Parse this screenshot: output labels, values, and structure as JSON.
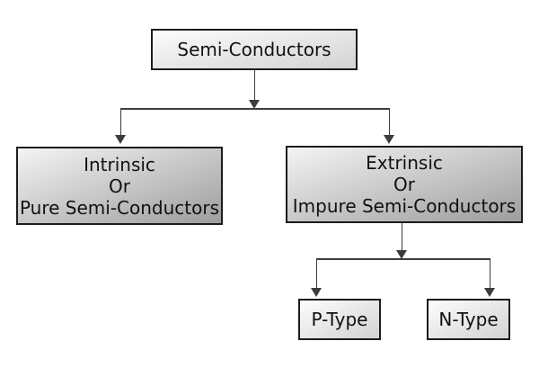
{
  "diagram": {
    "type": "flowchart",
    "nodes": {
      "root": {
        "label": "Semi-Conductors"
      },
      "intrinsic": {
        "lines": [
          "Intrinsic",
          "Or",
          "Pure Semi-Conductors"
        ]
      },
      "extrinsic": {
        "lines": [
          "Extrinsic",
          "Or",
          "Impure Semi-Conductors"
        ]
      },
      "p_type": {
        "label": "P-Type"
      },
      "n_type": {
        "label": "N-Type"
      }
    },
    "edges": [
      {
        "from": "root",
        "to": "intrinsic"
      },
      {
        "from": "root",
        "to": "extrinsic"
      },
      {
        "from": "extrinsic",
        "to": "p_type"
      },
      {
        "from": "extrinsic",
        "to": "n_type"
      }
    ],
    "colors": {
      "canvas_bg": "#ffffff",
      "box_border": "#1c1c1c",
      "box_text": "#111111",
      "grad_light_start": "#fdfdfd",
      "grad_light_end": "#d2d2d2",
      "grad_mid_start": "#f4f4f4",
      "grad_mid_end": "#9d9d9d",
      "line_color": "#3c3c3c",
      "arrow_color": "#3c3c3c"
    }
  }
}
